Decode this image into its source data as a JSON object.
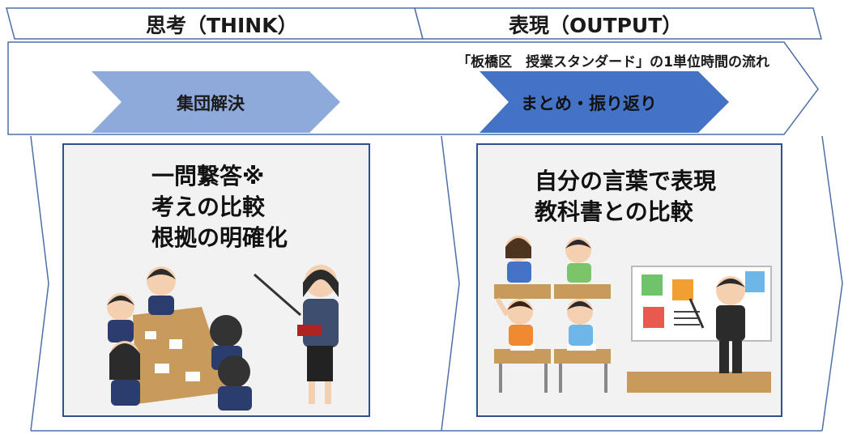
{
  "columns": {
    "think_header": "思考（THINK）",
    "output_header": "表現（OUTPUT）"
  },
  "subtitle": "「板橋区　授業スタンダード」の1単位時間の流れ",
  "steps": {
    "left_label": "集団解決",
    "right_label": "まとめ・振り返り"
  },
  "panels": {
    "left_lines": [
      "一問繋答※",
      "考えの比較",
      "根拠の明確化"
    ],
    "right_lines": [
      "自分の言葉で表現",
      "教科書との比較"
    ]
  },
  "colors": {
    "outline": "#4f6fa8",
    "left_chevron": "#8eaadb",
    "right_chevron": "#4472c4",
    "panel_border": "#2f4f8f",
    "panel_fill": "#f2f2f2"
  }
}
